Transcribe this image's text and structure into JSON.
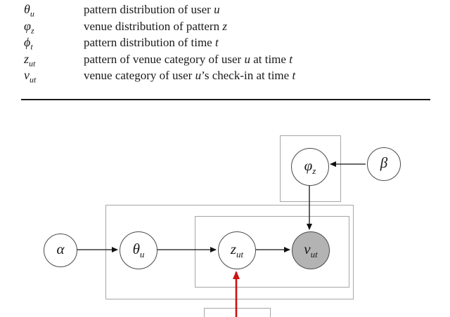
{
  "figure": {
    "notation_table": {
      "rows": [
        {
          "sym": "θ",
          "sub": "u",
          "d1": "pattern distribution of user ",
          "v1": "u",
          "d2": "",
          "v2": ""
        },
        {
          "sym": "φ",
          "sub": "z",
          "d1": "venue distribution of pattern ",
          "v1": "z",
          "d2": "",
          "v2": ""
        },
        {
          "sym": "ϕ",
          "sub": "t",
          "d1": "pattern distribution of time ",
          "v1": "t",
          "d2": "",
          "v2": ""
        },
        {
          "sym": "z",
          "sub": "ut",
          "d1": "pattern of venue category of user ",
          "v1": "u",
          "d2": " at time ",
          "v2": "t"
        },
        {
          "sym": "v",
          "sub": "ut",
          "d1": "venue category of user ",
          "v1": "u",
          "d2": "’s check-in at time ",
          "v2": "t"
        }
      ]
    },
    "diagram": {
      "nodes": [
        {
          "id": "alpha",
          "label": "α",
          "sub": ""
        },
        {
          "id": "theta",
          "label": "θ",
          "sub": "u"
        },
        {
          "id": "z",
          "label": "z",
          "sub": "ut"
        },
        {
          "id": "v",
          "label": "v",
          "sub": "ut"
        },
        {
          "id": "phi",
          "label": "φ",
          "sub": "z"
        },
        {
          "id": "beta",
          "label": "β",
          "sub": ""
        }
      ],
      "colors": {
        "shaded_node": "#b3b3b3",
        "red_arrow": "#cc1111",
        "black_arrow": "#111111",
        "plate_border": "#a6a6a6"
      }
    }
  }
}
